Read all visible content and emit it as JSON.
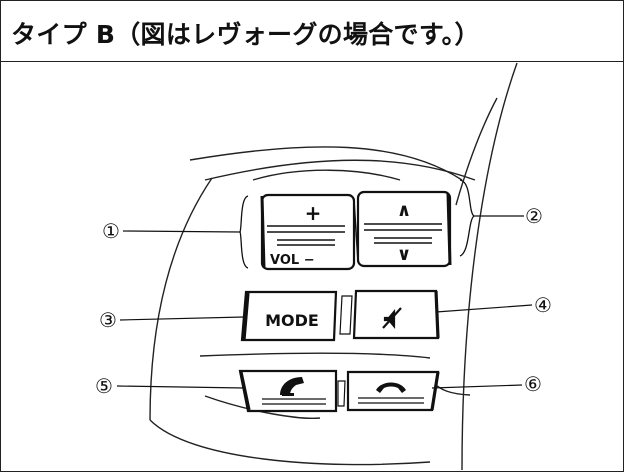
{
  "title": "タイプ B（図はレヴォーグの場合です。）",
  "buttons": {
    "vol_up": "+",
    "vol_down": "VOL −",
    "track_up": "∧",
    "track_down": "∨",
    "mode": "MODE"
  },
  "callouts": [
    "①",
    "②",
    "③",
    "④",
    "⑤",
    "⑥"
  ],
  "icons": {
    "mute": "mute-icon",
    "phone_off_hook": "phone-off-hook-icon",
    "phone_on_hook": "phone-on-hook-icon"
  }
}
